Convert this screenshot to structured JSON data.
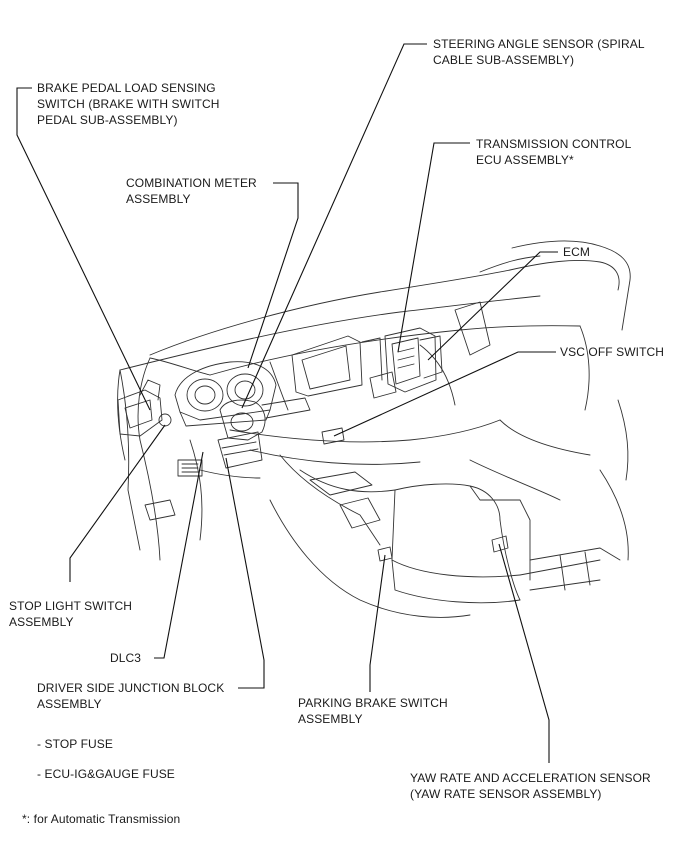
{
  "labels": {
    "steering_angle_sensor": [
      "STEERING ANGLE SENSOR (SPIRAL",
      "CABLE SUB-ASSEMBLY)"
    ],
    "brake_pedal_load_sensing_switch": [
      "BRAKE PEDAL LOAD SENSING",
      "SWITCH (BRAKE WITH SWITCH",
      "PEDAL SUB-ASSEMBLY)"
    ],
    "transmission_control_ecu": [
      "TRANSMISSION CONTROL",
      "ECU ASSEMBLY*"
    ],
    "combination_meter": [
      "COMBINATION METER",
      "ASSEMBLY"
    ],
    "ecm": [
      "ECM"
    ],
    "vsc_off_switch": [
      "VSC OFF SWITCH"
    ],
    "stop_light_switch": [
      "STOP LIGHT SWITCH",
      "ASSEMBLY"
    ],
    "dlc3": [
      "DLC3"
    ],
    "driver_side_junction_block": [
      "DRIVER SIDE JUNCTION BLOCK",
      "ASSEMBLY"
    ],
    "parking_brake_switch": [
      "PARKING BRAKE SWITCH",
      "ASSEMBLY"
    ],
    "yaw_rate_sensor": [
      "YAW RATE AND ACCELERATION SENSOR",
      "(YAW RATE SENSOR ASSEMBLY)"
    ]
  },
  "fuses": [
    "- STOP FUSE",
    "- ECU-IG&GAUGE FUSE"
  ],
  "footnote": "*: for Automatic Transmission"
}
